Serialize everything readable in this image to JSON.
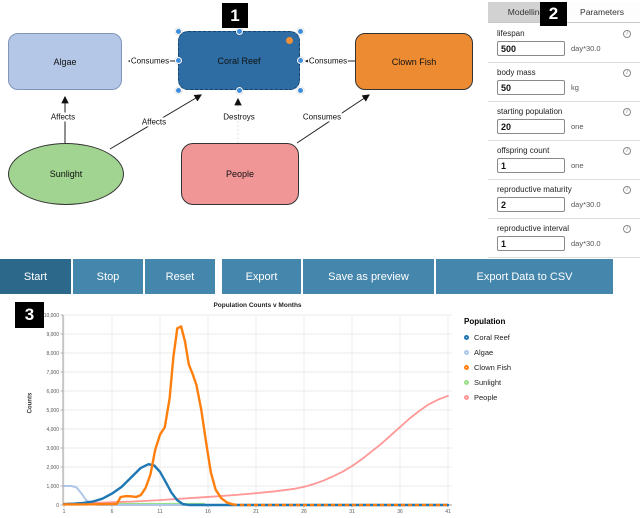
{
  "annotations": {
    "badge1": "1",
    "badge2": "2",
    "badge3": "3"
  },
  "diagram": {
    "nodes": [
      {
        "id": "algae",
        "label": "Algae",
        "fill": "#b4c7e7"
      },
      {
        "id": "coral-reef",
        "label": "Coral Reef",
        "fill": "#2e6da4",
        "selected": true
      },
      {
        "id": "clown-fish",
        "label": "Clown Fish",
        "fill": "#ec8b31"
      },
      {
        "id": "sunlight",
        "label": "Sunlight",
        "fill": "#a1d490",
        "shape": "ellipse"
      },
      {
        "id": "people",
        "label": "People",
        "fill": "#f09697"
      }
    ],
    "edges": [
      {
        "label": "Consumes",
        "from": "coral-reef",
        "to": "algae"
      },
      {
        "label": "Consumes",
        "from": "clown-fish",
        "to": "coral-reef"
      },
      {
        "label": "Affects",
        "from": "sunlight",
        "to": "algae"
      },
      {
        "label": "Affects",
        "from": "sunlight",
        "to": "coral-reef"
      },
      {
        "label": "Destroys",
        "from": "people",
        "to": "coral-reef",
        "style": "dotted"
      },
      {
        "label": "Consumes",
        "from": "people",
        "to": "clown-fish"
      }
    ]
  },
  "panel": {
    "tabs": [
      {
        "label": "Modelling",
        "active": true
      },
      {
        "label": "Parameters",
        "active": false
      }
    ],
    "active_tab_bg": "#d2d2d2",
    "fields": [
      {
        "label": "lifespan",
        "value": "500",
        "unit": "day*30.0"
      },
      {
        "label": "body mass",
        "value": "50",
        "unit": "kg"
      },
      {
        "label": "starting population",
        "value": "20",
        "unit": "one"
      },
      {
        "label": "offspring count",
        "value": "1",
        "unit": "one"
      },
      {
        "label": "reproductive maturity",
        "value": "2",
        "unit": "day*30.0"
      },
      {
        "label": "reproductive interval",
        "value": "1",
        "unit": "day*30.0"
      }
    ]
  },
  "toolbar": {
    "accent": "#4486ac",
    "accent_active": "#2c6889",
    "buttons": [
      {
        "label": "Start",
        "active": true
      },
      {
        "label": "Stop"
      },
      {
        "label": "Reset"
      },
      {
        "label": "Export"
      },
      {
        "label": "Save as preview"
      },
      {
        "label": "Export Data to CSV"
      }
    ]
  },
  "chart_data": {
    "type": "line",
    "title": "Population Counts v Months",
    "xlabel": "",
    "ylabel": "Counts",
    "xlim": [
      1,
      41
    ],
    "ylim": [
      0,
      10000
    ],
    "xticks": [
      1,
      6,
      11,
      16,
      21,
      26,
      31,
      36,
      41
    ],
    "ytick_step": 1000,
    "grid": true,
    "legend_title": "Population",
    "legend_position": "right",
    "series": [
      {
        "name": "Coral Reef",
        "color": "#1f77b4",
        "width": 2.4,
        "points": [
          [
            1,
            40
          ],
          [
            2,
            70
          ],
          [
            3,
            110
          ],
          [
            4,
            180
          ],
          [
            5,
            330
          ],
          [
            6,
            600
          ],
          [
            7,
            950
          ],
          [
            8,
            1450
          ],
          [
            9,
            1950
          ],
          [
            9.8,
            2150
          ],
          [
            10.4,
            2080
          ],
          [
            11,
            1750
          ],
          [
            11.6,
            1200
          ],
          [
            12.2,
            650
          ],
          [
            12.8,
            250
          ],
          [
            13.4,
            50
          ],
          [
            14,
            0
          ],
          [
            41,
            0
          ]
        ]
      },
      {
        "name": "Algae",
        "color": "#aec7e8",
        "width": 2,
        "points": [
          [
            1,
            1000
          ],
          [
            1.8,
            1000
          ],
          [
            2.3,
            920
          ],
          [
            2.8,
            620
          ],
          [
            3.3,
            260
          ],
          [
            3.8,
            80
          ],
          [
            4.4,
            15
          ],
          [
            5,
            0
          ],
          [
            41,
            0
          ]
        ]
      },
      {
        "name": "Clown Fish",
        "color": "#ff7f0e",
        "width": 2.4,
        "dash_after_x": 18.6,
        "points": [
          [
            1,
            30
          ],
          [
            3,
            30
          ],
          [
            5,
            40
          ],
          [
            6.5,
            60
          ],
          [
            6.9,
            420
          ],
          [
            7.5,
            470
          ],
          [
            8.1,
            450
          ],
          [
            8.5,
            420
          ],
          [
            9,
            520
          ],
          [
            9.5,
            900
          ],
          [
            10,
            1600
          ],
          [
            10.5,
            2900
          ],
          [
            11,
            3700
          ],
          [
            11.5,
            4100
          ],
          [
            12,
            5600
          ],
          [
            12.4,
            7800
          ],
          [
            12.8,
            9300
          ],
          [
            13.2,
            9400
          ],
          [
            13.6,
            8600
          ],
          [
            14,
            7400
          ],
          [
            14.4,
            6900
          ],
          [
            14.8,
            6300
          ],
          [
            15.3,
            5000
          ],
          [
            15.8,
            3300
          ],
          [
            16.3,
            1700
          ],
          [
            16.8,
            800
          ],
          [
            17.4,
            350
          ],
          [
            18,
            120
          ],
          [
            18.6,
            30
          ],
          [
            19.2,
            0
          ],
          [
            41,
            0
          ]
        ]
      },
      {
        "name": "Sunlight",
        "color": "#98df8a",
        "width": 2,
        "points": [
          [
            1,
            60
          ],
          [
            15.6,
            60
          ]
        ]
      },
      {
        "name": "People",
        "color": "#ff9896",
        "width": 1.8,
        "points": [
          [
            1,
            70
          ],
          [
            4,
            110
          ],
          [
            8,
            180
          ],
          [
            11,
            260
          ],
          [
            14,
            360
          ],
          [
            17,
            460
          ],
          [
            19,
            530
          ],
          [
            21,
            620
          ],
          [
            23,
            720
          ],
          [
            25,
            850
          ],
          [
            26,
            950
          ],
          [
            27,
            1100
          ],
          [
            28,
            1280
          ],
          [
            29,
            1500
          ],
          [
            30,
            1750
          ],
          [
            31,
            2050
          ],
          [
            32,
            2400
          ],
          [
            33,
            2800
          ],
          [
            34,
            3200
          ],
          [
            35,
            3650
          ],
          [
            36,
            4100
          ],
          [
            37,
            4550
          ],
          [
            38,
            4950
          ],
          [
            39,
            5300
          ],
          [
            40,
            5550
          ],
          [
            41,
            5750
          ]
        ]
      }
    ],
    "draw_order": [
      3,
      1,
      4,
      0,
      2
    ]
  }
}
